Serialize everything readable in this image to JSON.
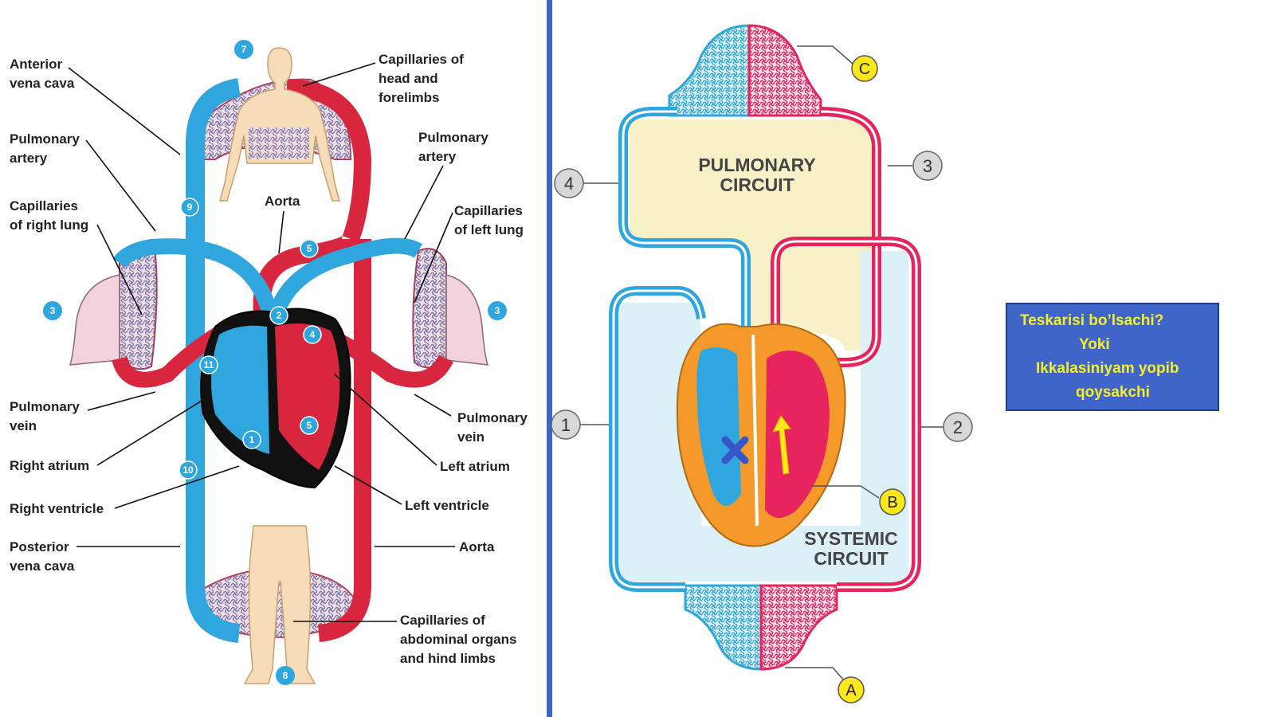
{
  "left_diagram": {
    "labels": {
      "anterior_vena_cava": [
        "Anterior",
        "vena cava"
      ],
      "pulmonary_artery_right": [
        "Pulmonary",
        "artery"
      ],
      "capillaries_right_lung": [
        "Capillaries",
        "of right lung"
      ],
      "pulmonary_vein_right": [
        "Pulmonary",
        "vein"
      ],
      "right_atrium": "Right atrium",
      "right_ventricle": "Right ventricle",
      "posterior_vena_cava": [
        "Posterior",
        "vena cava"
      ],
      "capillaries_head": [
        "Capillaries of",
        "head and",
        "forelimbs"
      ],
      "pulmonary_artery_left": [
        "Pulmonary",
        "artery"
      ],
      "aorta_top": "Aorta",
      "capillaries_left_lung": [
        "Capillaries",
        "of left lung"
      ],
      "pulmonary_vein_left": [
        "Pulmonary",
        "vein"
      ],
      "left_atrium": "Left atrium",
      "left_ventricle": "Left ventricle",
      "aorta_bottom": "Aorta",
      "capillaries_abdominal": [
        "Capillaries of",
        "abdominal organs",
        "and hind limbs"
      ]
    },
    "step_numbers": {
      "head": "7",
      "right_lung": "3",
      "left_lung": "3",
      "ant_vena": "9",
      "aorta_arch": "5",
      "pulm_trunk": "2",
      "left_atrium": "4",
      "right_atrium": "11",
      "right_ventricle": "1",
      "left_ventricle": "5",
      "post_vena": "10",
      "legs": "8"
    }
  },
  "right_diagram": {
    "pulmonary_circuit": [
      "PULMONARY",
      "CIRCUIT"
    ],
    "systemic_circuit": [
      "SYSTEMIC",
      "CIRCUIT"
    ],
    "gray_markers": [
      "1",
      "2",
      "3",
      "4"
    ],
    "yellow_markers": [
      "A",
      "B",
      "C"
    ]
  },
  "question": {
    "lines": [
      "Teskarisi bo’lsachi?",
      "Yoki",
      "Ikkalasiniyam yopib",
      "qoysakchi"
    ]
  },
  "colors": {
    "oxygenated": "#d9263f",
    "deoxygenated": "#2fa7de",
    "pink_vessel": "#e8245f",
    "divider": "#3c64c4",
    "question_bg": "#3f65c8",
    "question_text": "#f5ef2a",
    "pulmonary_fill": "#f8f0c6",
    "systemic_fill": "#dcf0f8",
    "heart_orange": "#f59a2a"
  }
}
